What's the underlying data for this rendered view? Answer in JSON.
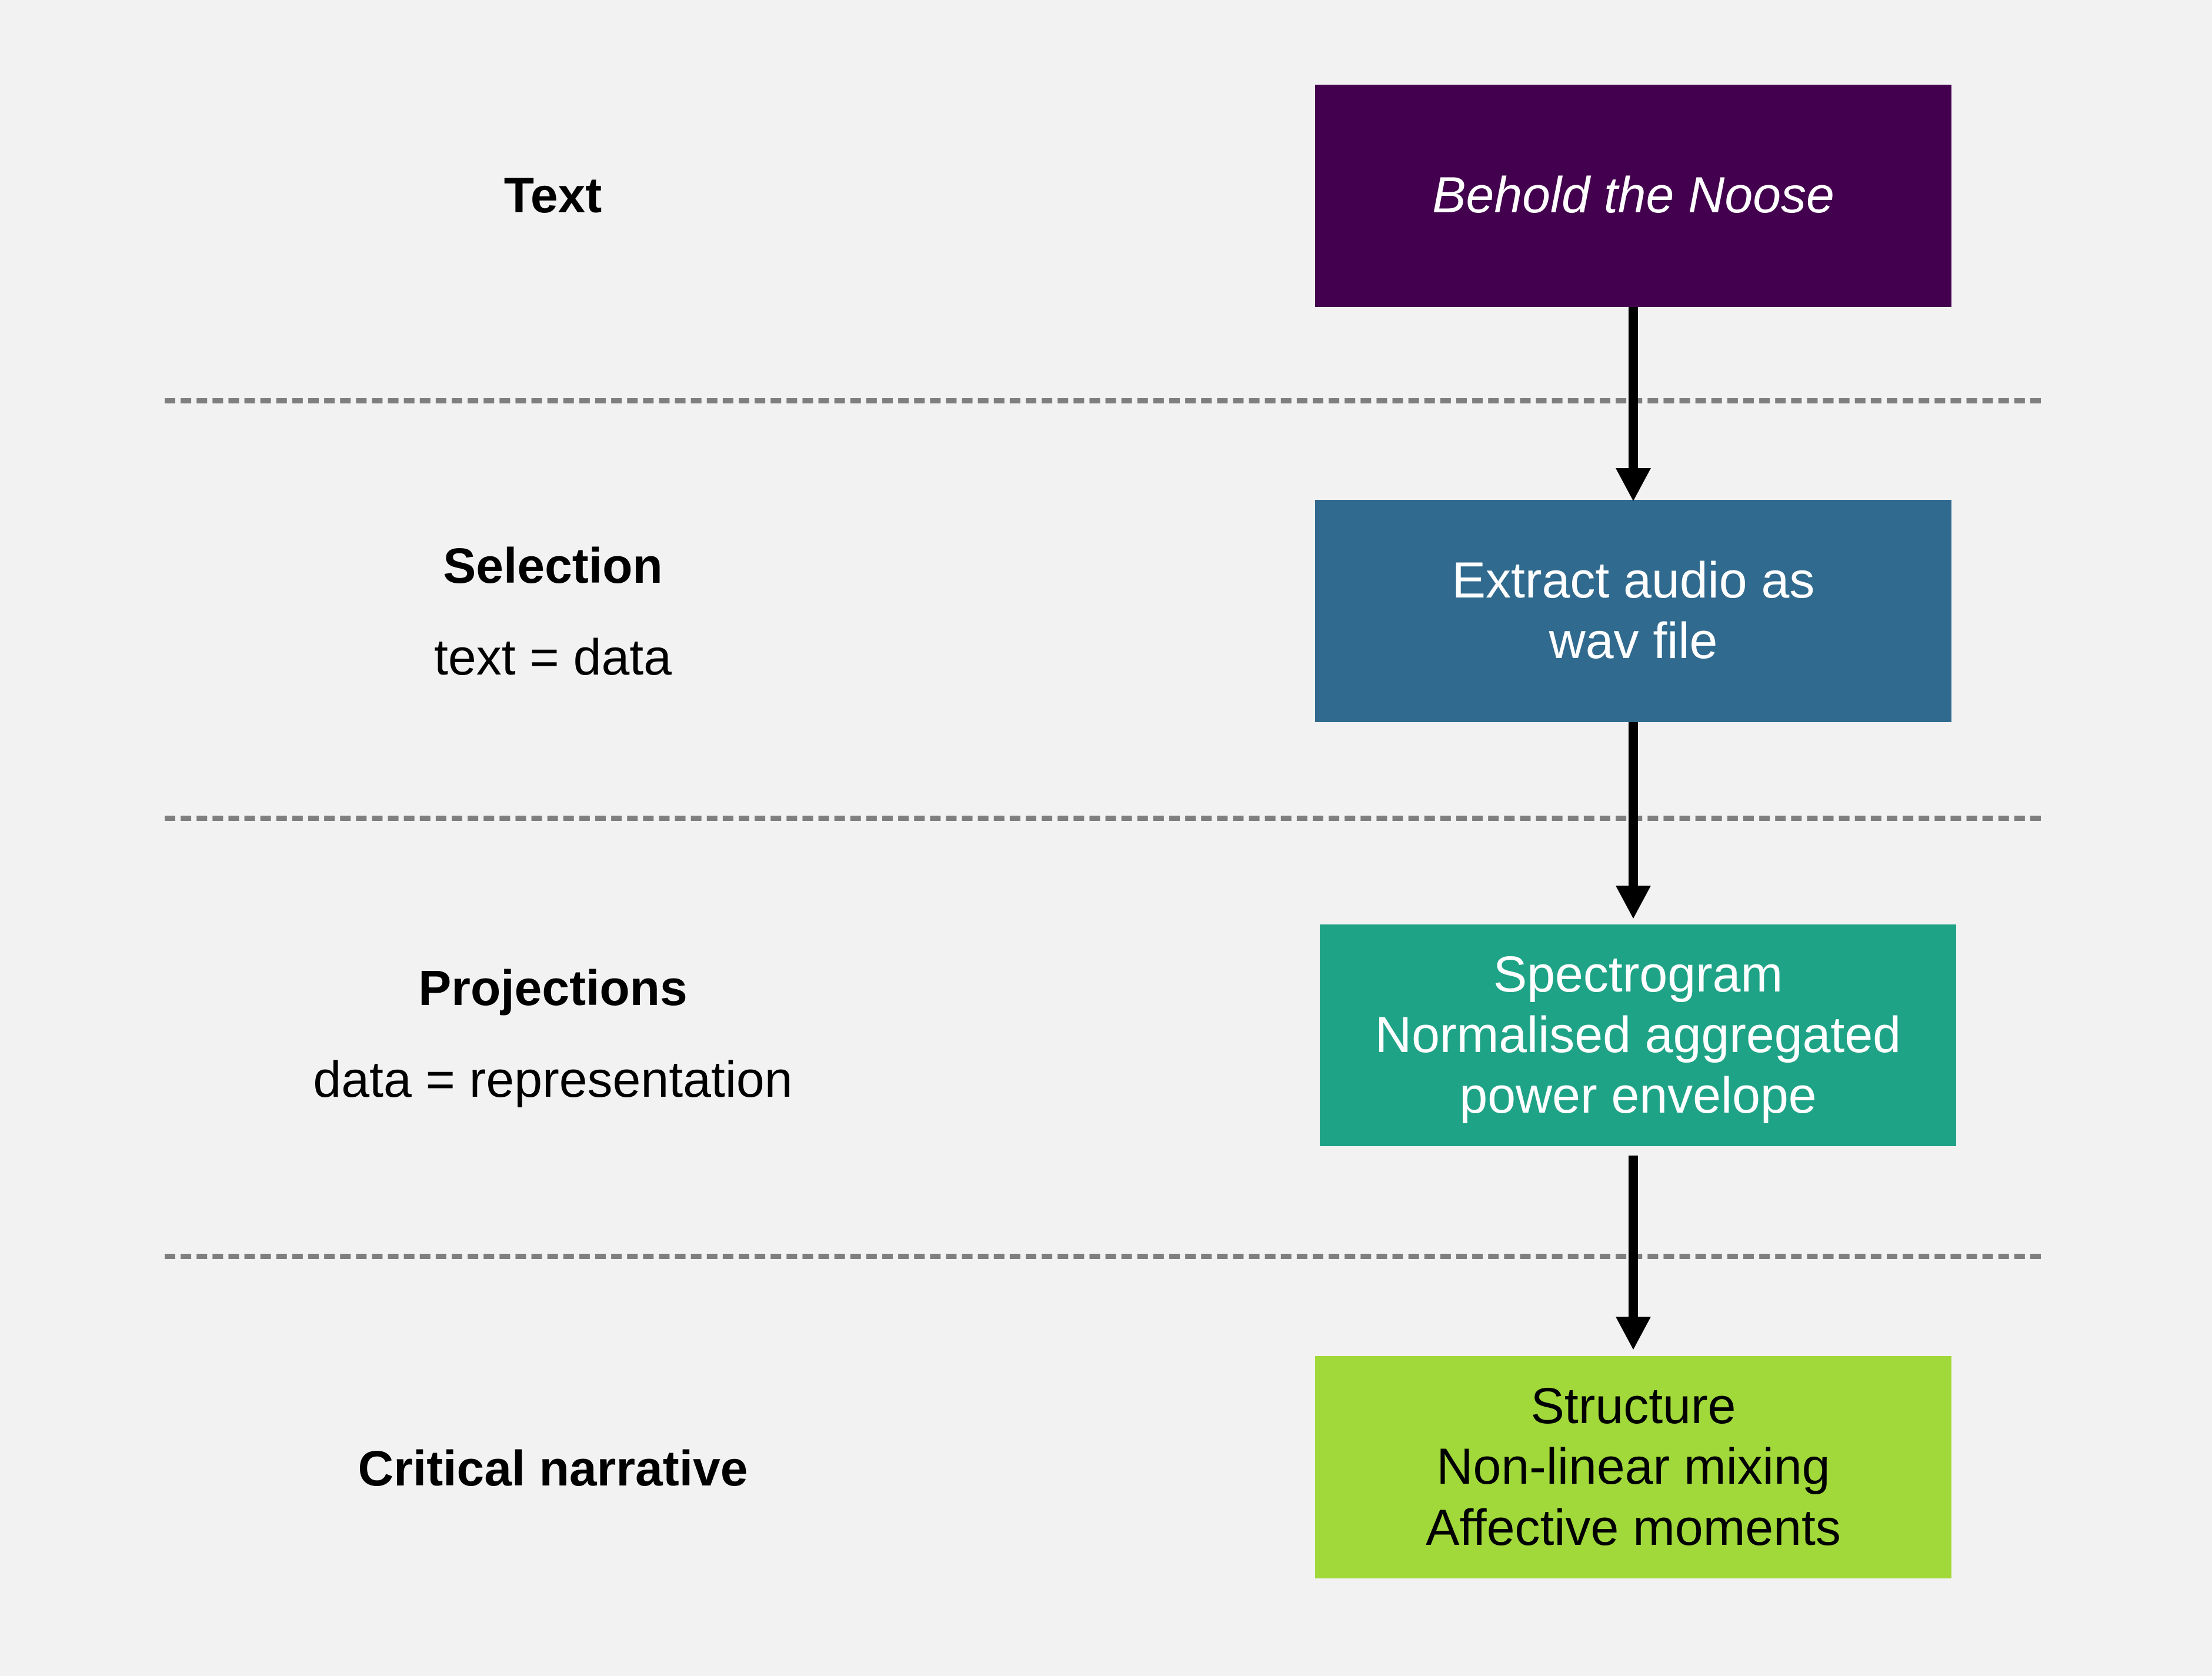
{
  "stages": [
    {
      "title": "Text",
      "subtitle": ""
    },
    {
      "title": "Selection",
      "subtitle": "text = data"
    },
    {
      "title": "Projections",
      "subtitle": "data = representation"
    },
    {
      "title": "Critical narrative",
      "subtitle": ""
    }
  ],
  "boxes": [
    {
      "lines": [
        "Behold the Noose"
      ],
      "color": "#43004e",
      "text_color": "#ffffff",
      "italic": true
    },
    {
      "lines": [
        "Extract audio as",
        "wav file"
      ],
      "color": "#306a8e",
      "text_color": "#ffffff"
    },
    {
      "lines": [
        "Spectrogram",
        "Normalised aggregated",
        "power envelope"
      ],
      "color": "#1fa387",
      "text_color": "#ffffff"
    },
    {
      "lines": [
        "Structure",
        "Non-linear mixing",
        "Affective moments"
      ],
      "color": "#a1d83a",
      "text_color": "#000000"
    }
  ],
  "colors": {
    "background": "#f2f2f2",
    "divider": "#7f7f7f",
    "arrow": "#000000"
  }
}
